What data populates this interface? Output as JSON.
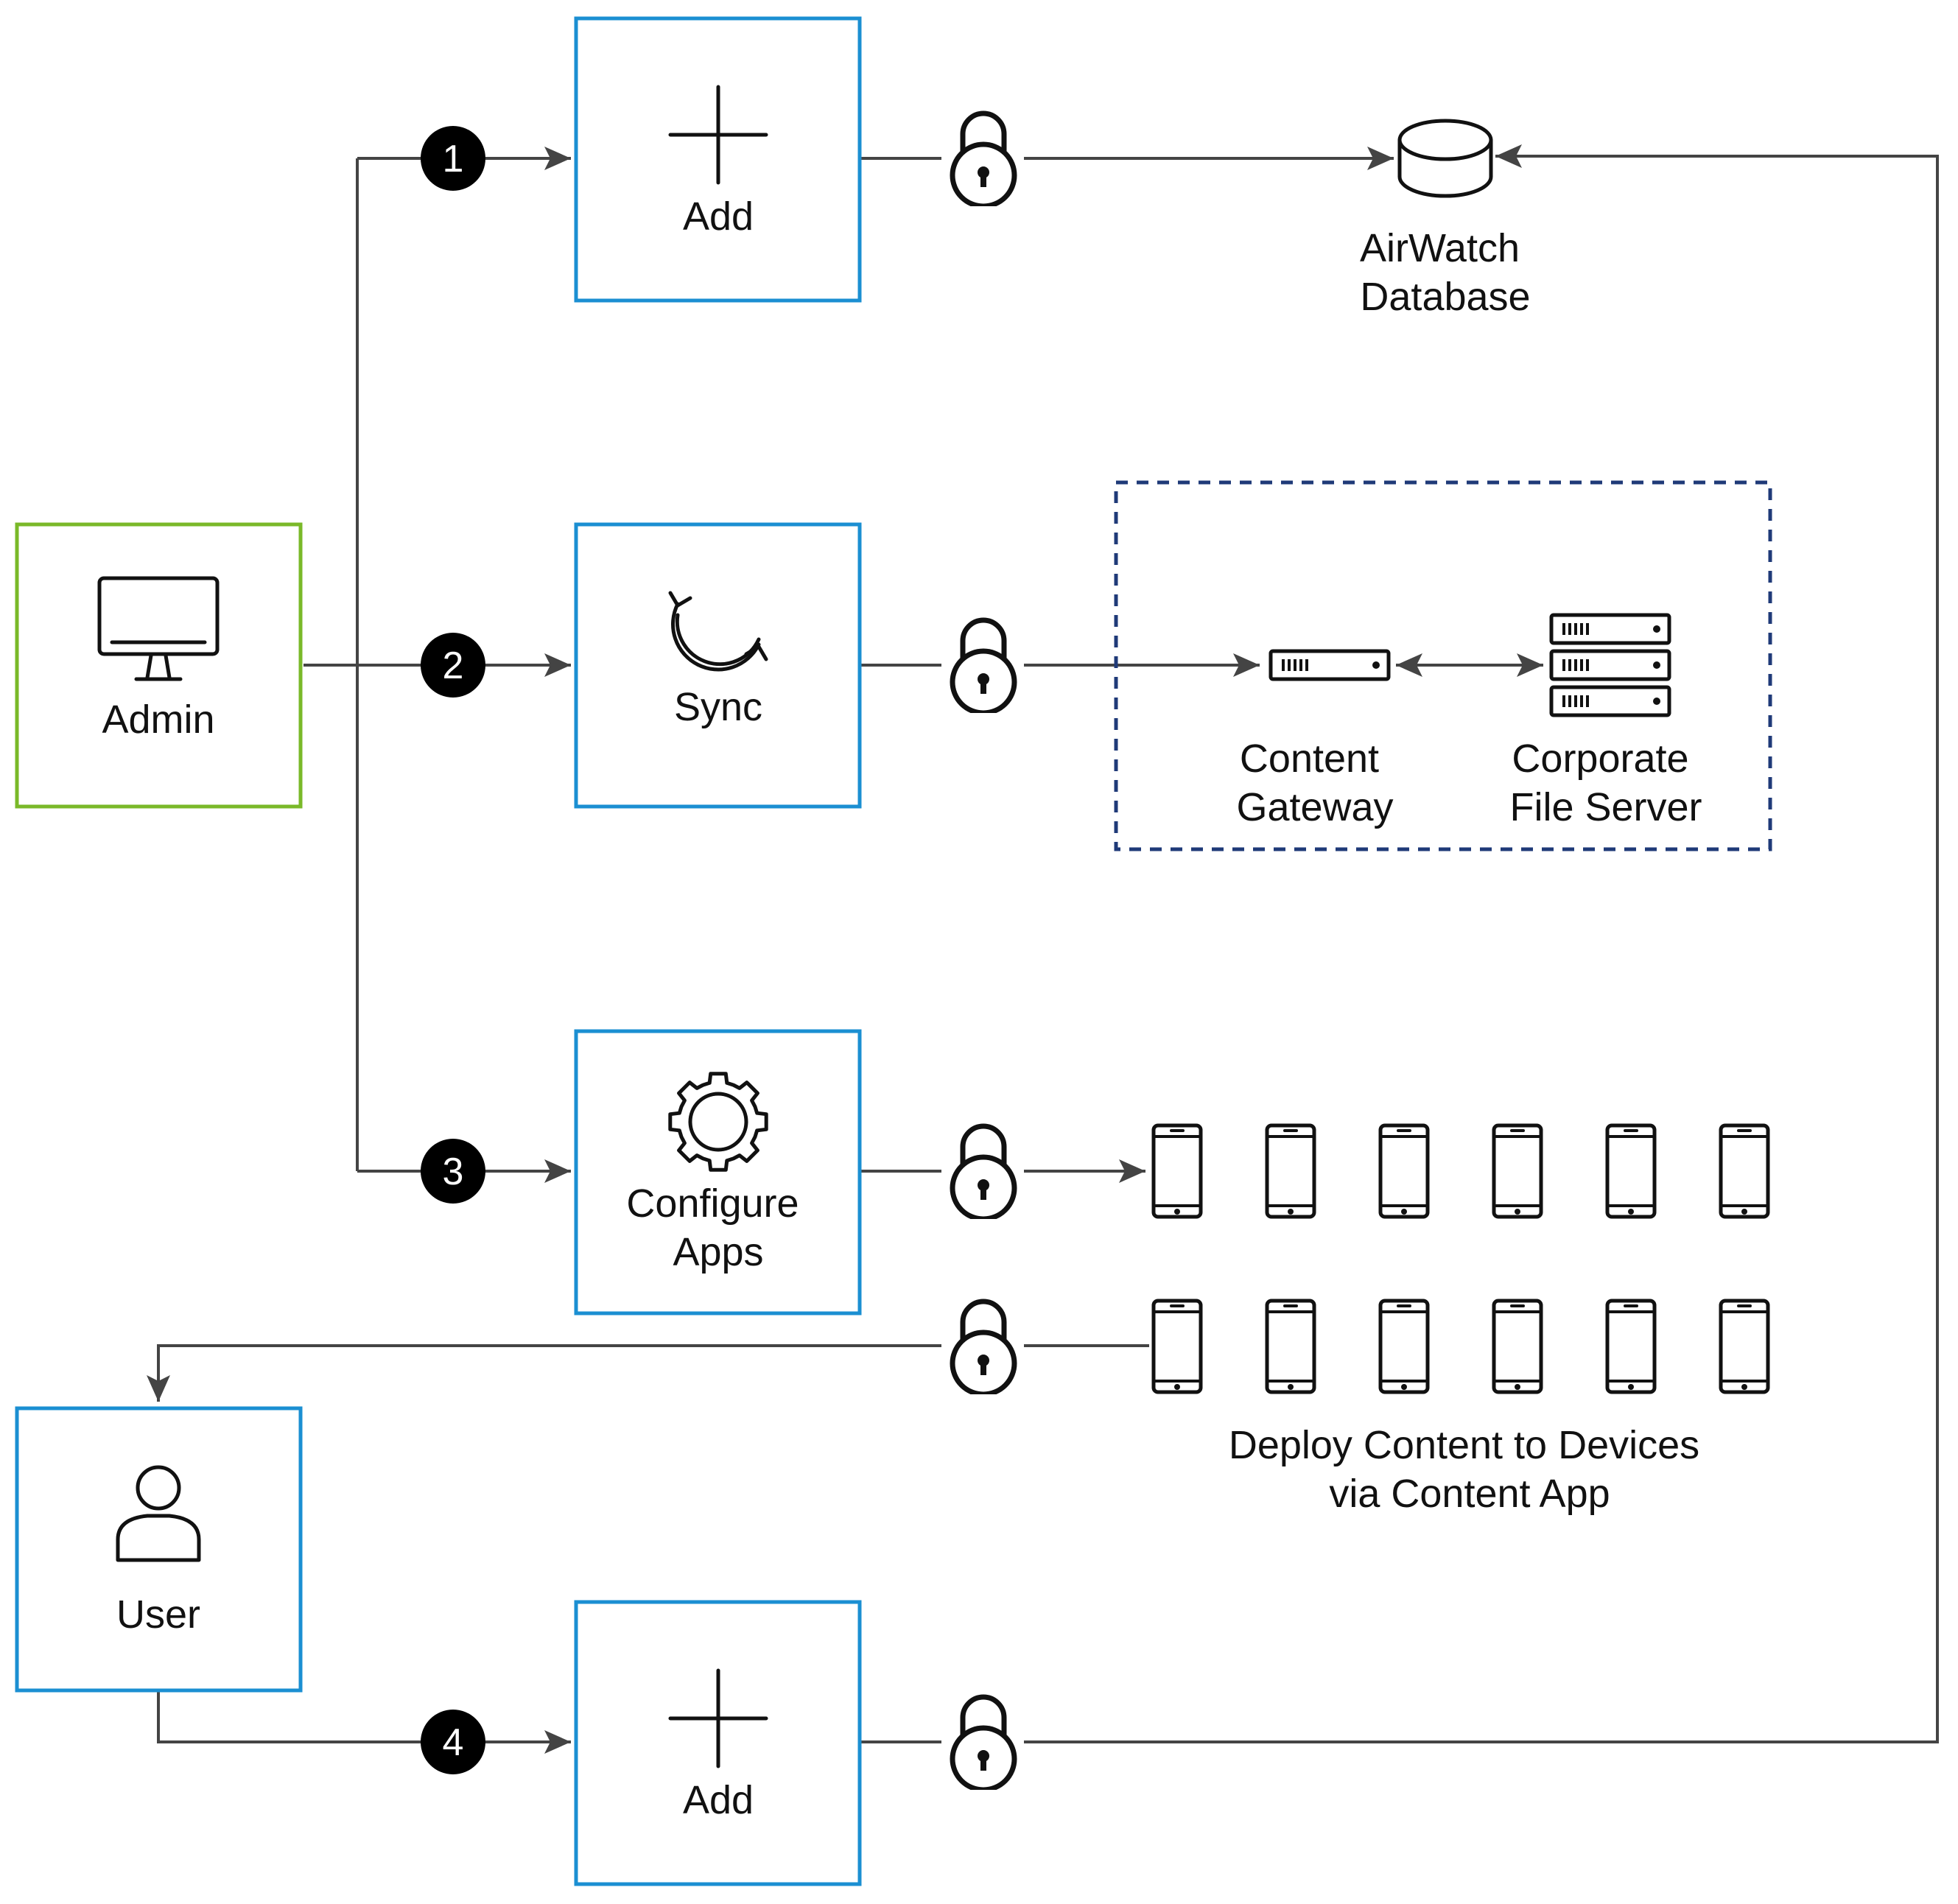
{
  "admin": {
    "label": "Admin",
    "icon": "monitor-icon",
    "border_color": "#7ab929"
  },
  "user": {
    "label": "User",
    "icon": "user-icon",
    "border_color": "#1b8fd2"
  },
  "steps": [
    {
      "number": "1",
      "label_lines": [
        "Add"
      ],
      "icon": "plus-icon"
    },
    {
      "number": "2",
      "label_lines": [
        "Sync"
      ],
      "icon": "sync-icon"
    },
    {
      "number": "3",
      "label_lines": [
        "Configure",
        "Apps"
      ],
      "icon": "gear-icon"
    },
    {
      "number": "4",
      "label_lines": [
        "Add"
      ],
      "icon": "plus-icon"
    }
  ],
  "database": {
    "label_lines": [
      "AirWatch",
      "Database"
    ],
    "icon": "database-icon"
  },
  "content_gateway": {
    "label_lines": [
      "Content",
      "Gateway"
    ],
    "icon": "server-icon"
  },
  "file_server": {
    "label_lines": [
      "Corporate",
      "File Server"
    ],
    "icon": "server-stack-icon"
  },
  "deploy": {
    "label_lines": [
      "Deploy Content to Devices",
      "via Content App"
    ],
    "icon": "phone-icon",
    "rows": 2,
    "per_row": 6
  },
  "lock_icon": "padlock-icon",
  "colors": {
    "step_border": "#1b8fd2",
    "admin_border": "#7ab929",
    "dashed_border": "#1f3a78",
    "connector": "#444444",
    "badge_fill": "#000000"
  }
}
